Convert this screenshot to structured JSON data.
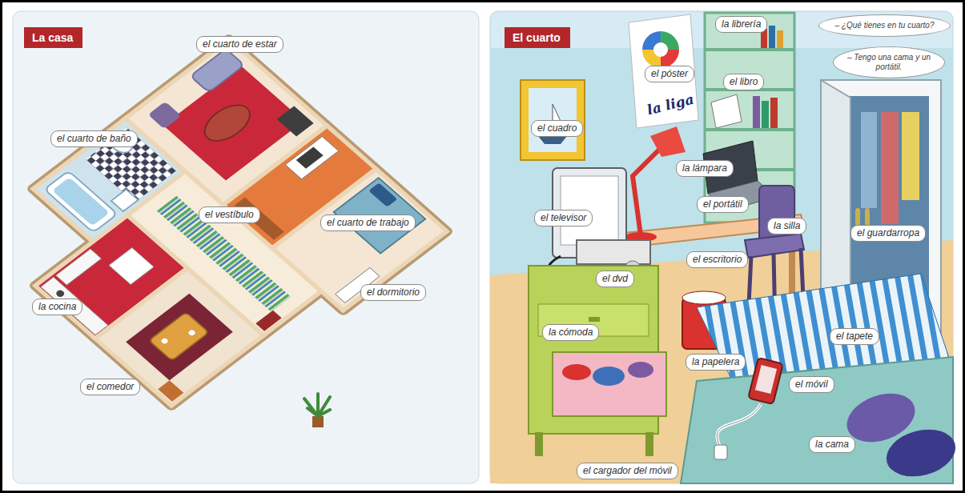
{
  "diagram": {
    "nodes": [
      {
        "text": [
          "La casa"
        ]
      },
      {
        "text": [
          "el cuarto de estar"
        ]
      },
      {
        "text": [
          "el cuarto de baño"
        ]
      },
      {
        "text": [
          "el vestíbulo"
        ]
      },
      {
        "text": [
          "el cuarto de trabajo"
        ]
      },
      {
        "text": [
          "la cocina"
        ]
      },
      {
        "text": [
          "el dormitorio"
        ]
      },
      {
        "text": [
          "el comedor"
        ]
      },
      {
        "text": [
          "El cuarto"
        ]
      },
      {
        "text": [
          "– ¿Qué tienes en tu cuarto?"
        ]
      },
      {
        "text": [
          "– Tengo una cama y un portátil."
        ]
      },
      {
        "text": [
          "la librería"
        ]
      },
      {
        "text": [
          "el póster"
        ]
      },
      {
        "text": [
          "el libro"
        ]
      },
      {
        "text": [
          "el cuadro"
        ]
      },
      {
        "text": [
          "la lámpara"
        ]
      },
      {
        "text": [
          "el portátil"
        ]
      },
      {
        "text": [
          "el televisor"
        ]
      },
      {
        "text": [
          "la silla"
        ]
      },
      {
        "text": [
          "el escritorio"
        ]
      },
      {
        "text": [
          "el guardarropa"
        ]
      },
      {
        "text": [
          "el dvd"
        ]
      },
      {
        "text": [
          "la cómoda"
        ]
      },
      {
        "text": [
          "la papelera"
        ]
      },
      {
        "text": [
          "el tapete"
        ]
      },
      {
        "text": [
          "el móvil"
        ]
      },
      {
        "text": [
          "la cama"
        ]
      },
      {
        "text": [
          "el cargador del móvil"
        ]
      }
    ],
    "labels": [
      "la liga"
    ]
  }
}
